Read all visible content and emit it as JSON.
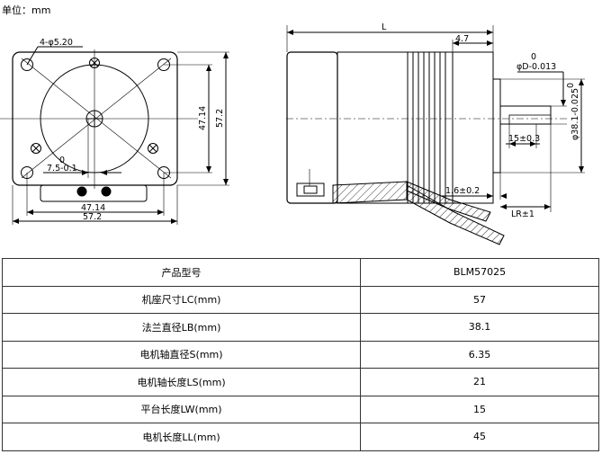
{
  "unit_label": "单位：mm",
  "front_view": {
    "hole_label": "4-φ5.20",
    "offset_label_top": "0",
    "offset_label_bottom": "7.5-0.1",
    "height_inner": "47.14",
    "height_outer": "57.2",
    "width_inner": "47.14",
    "width_outer": "57.2"
  },
  "side_view": {
    "length_label": "L",
    "flange_label": "4.7",
    "shaft_tol_top": "0",
    "shaft_tol_bottom": "φD-0.013",
    "shaft_zero": "0",
    "boss_label": "φ38.1-0.025",
    "flat_label": "15±0.3",
    "step_label": "1.6±0.2",
    "shaft_len_label": "LR±1"
  },
  "spec_table": {
    "rows": [
      {
        "label": "产品型号",
        "value": "BLM57025"
      },
      {
        "label": "机座尺寸LC(mm)",
        "value": "57"
      },
      {
        "label": "法兰直径LB(mm)",
        "value": "38.1"
      },
      {
        "label": "电机轴直径S(mm)",
        "value": "6.35"
      },
      {
        "label": "电机轴长度LS(mm)",
        "value": "21"
      },
      {
        "label": "平台长度LW(mm)",
        "value": "15"
      },
      {
        "label": "电机长度LL(mm)",
        "value": "45"
      }
    ]
  }
}
